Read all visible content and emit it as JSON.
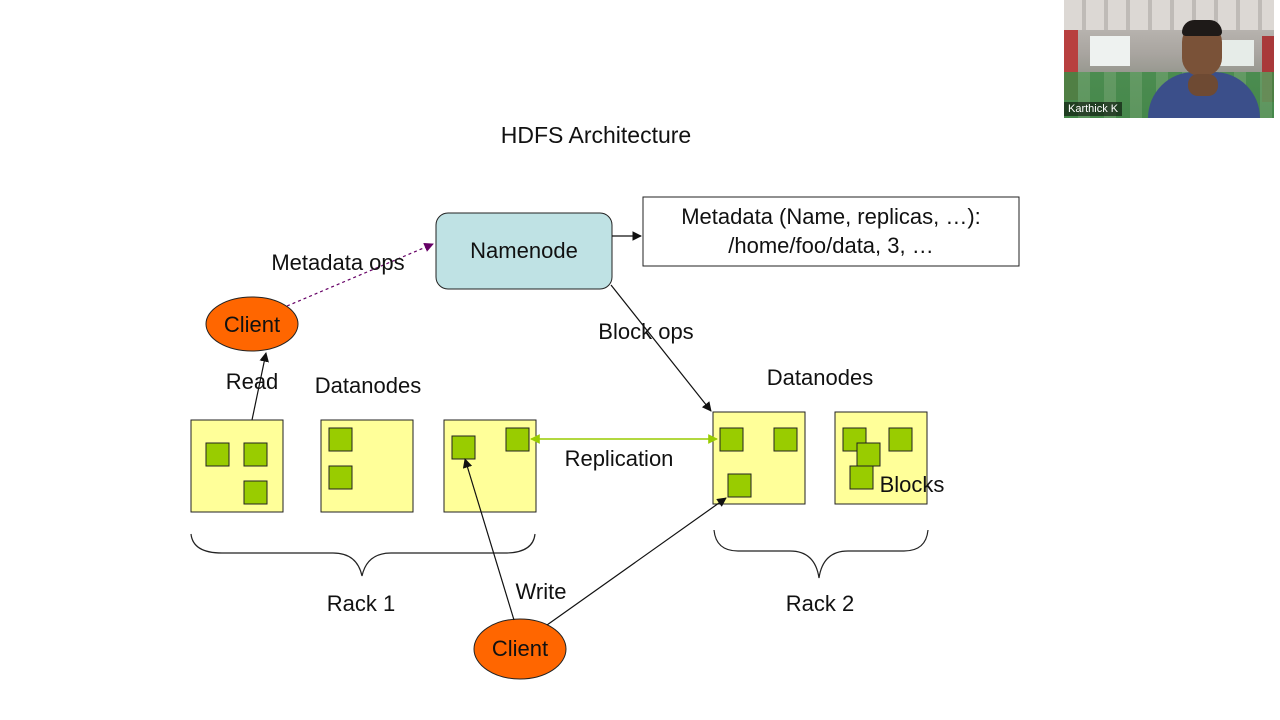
{
  "slide": {
    "title": "HDFS Architecture"
  },
  "diagram": {
    "namenode_label": "Namenode",
    "metadata_line1": "Metadata (Name, replicas, …):",
    "metadata_line2": "/home/foo/data, 3, …",
    "metadata_ops_label": "Metadata ops",
    "block_ops_label": "Block ops",
    "client_read_label": "Client",
    "client_write_label": "Client",
    "read_label": "Read",
    "write_label": "Write",
    "datanodes_left_label": "Datanodes",
    "datanodes_right_label": "Datanodes",
    "replication_label": "Replication",
    "blocks_label": "Blocks",
    "rack1_label": "Rack 1",
    "rack2_label": "Rack 2",
    "colors": {
      "namenode_fill": "#bfe2e4",
      "client_fill": "#ff6600",
      "datanode_fill": "#ffff99",
      "block_fill": "#99cc00",
      "metadata_arrow": "#660066",
      "replication_arrow": "#99cc00"
    }
  },
  "webcam": {
    "participant_name": "Karthick K"
  }
}
